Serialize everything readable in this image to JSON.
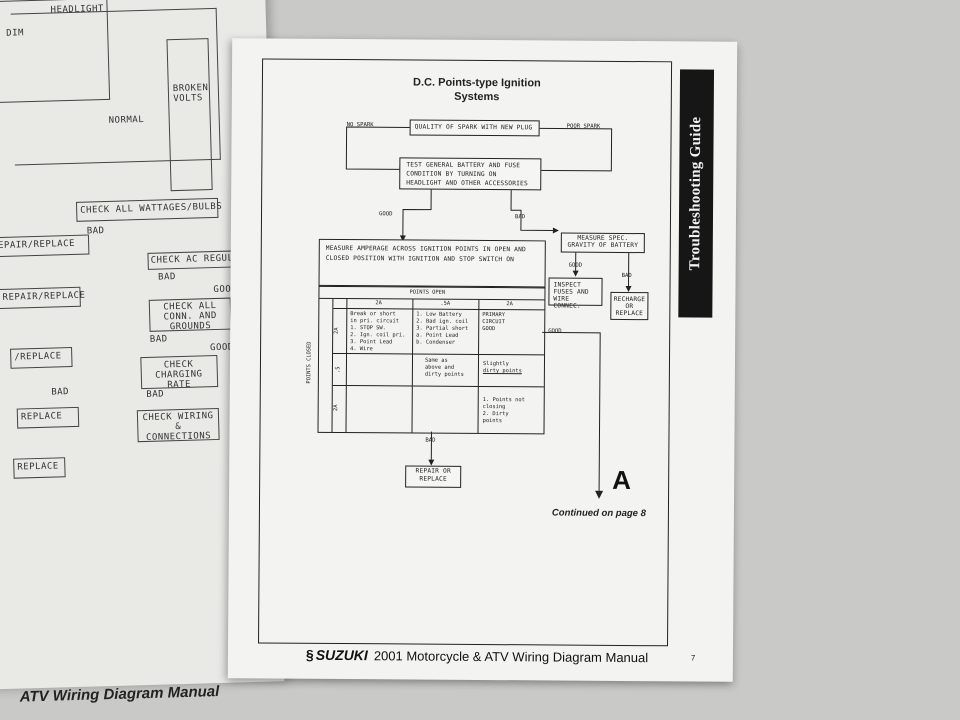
{
  "left_page": {
    "labels": [
      "HEADLIGHT",
      "DIM",
      "NORMAL",
      "BROKEN VOLTS",
      "CHECK ALL WATTAGES/BULBS",
      "REPAIR/REPLACE",
      "CHECK AC REGULATOR",
      "REPAIR/REPLACE",
      "CHECK ALL CONN. AND GROUNDS",
      "/REPLACE",
      "CHECK CHARGING RATE",
      "REPLACE",
      "CHECK WIRING & CONNECTIONS",
      "REPLACE",
      "BAD",
      "BAD",
      "GOOD",
      "BAD",
      "GOOD",
      "BAD",
      "BAD"
    ],
    "footer": "ATV Wiring Diagram Manual"
  },
  "right_page": {
    "title_line1": "D.C. Points-type Ignition",
    "title_line2": "Systems",
    "side_tab": "Troubleshooting Guide",
    "flow": {
      "start": "QUALITY OF SPARK WITH NEW PLUG",
      "no_spark": "NO SPARK",
      "poor_spark": "POOR SPARK",
      "test_battery": "TEST GENERAL BATTERY AND FUSE CONDITION BY TURNING ON HEADLIGHT AND OTHER ACCESSORIES",
      "good": "GOOD",
      "bad": "BAD",
      "measure_amp": "MEASURE AMPERAGE ACROSS IGNITION POINTS IN OPEN AND CLOSED POSITION WITH IGNITION AND STOP SWITCH ON",
      "measure_gravity": "MEASURE SPEC. GRAVITY OF BATTERY",
      "inspect_fuses": "INSPECT FUSES AND WIRE CONNEC.",
      "recharge": "RECHARGE OR REPLACE",
      "repair": "REPAIR OR REPLACE",
      "good_out": "GOOD"
    },
    "table": {
      "points_open": "POINTS OPEN",
      "points_closed": "POINTS CLOSED",
      "col_headers": [
        "2A",
        ".5A",
        "2A"
      ],
      "row_headers": [
        "2A",
        ".5",
        "2A"
      ],
      "r1c1": [
        "Break or short",
        "in pri. circuit",
        "1. STOP SW.",
        "2. Ign. coil pri.",
        "3. Point Lead",
        "4. Wire"
      ],
      "r1c2": [
        "1. Low Battery",
        "2. Bad ign. coil",
        "3. Partial short",
        "  a. Point Lead",
        "  b. Condenser"
      ],
      "r1c3": [
        "PRIMARY",
        "CIRCUIT",
        "GOOD"
      ],
      "r2c2": [
        "Same as",
        "above and",
        "dirty points"
      ],
      "r2c3": [
        "Slightly",
        "dirty points"
      ],
      "r3c3": [
        "1. Points not",
        "   closing",
        "2. Dirty",
        "   points"
      ]
    },
    "continue_letter": "A",
    "continued": "Continued on page 8",
    "brand": "SUZUKI",
    "footer": "2001 Motorcycle & ATV Wiring Diagram Manual",
    "page_number": "7"
  }
}
